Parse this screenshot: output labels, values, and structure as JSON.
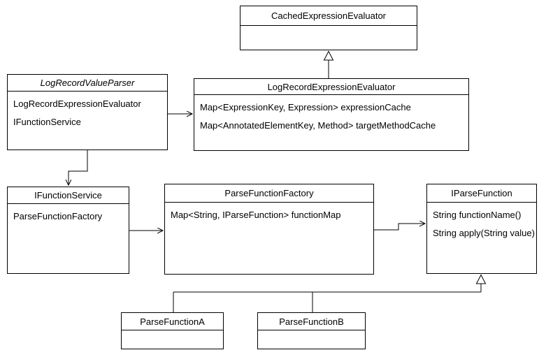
{
  "diagram": {
    "type": "uml-class-diagram",
    "colors": {
      "line": "#000000",
      "text": "#000000",
      "box_fill": "#ffffff"
    },
    "classes": [
      {
        "name": "CachedExpressionEvaluator",
        "abstract": false,
        "members": []
      },
      {
        "name": "LogRecordValueParser",
        "abstract": true,
        "members": [
          "LogRecordExpressionEvaluator",
          "IFunctionService"
        ]
      },
      {
        "name": "LogRecordExpressionEvaluator",
        "abstract": false,
        "members": [
          "Map<ExpressionKey, Expression> expressionCache",
          "Map<AnnotatedElementKey, Method> targetMethodCache"
        ]
      },
      {
        "name": "IFunctionService",
        "abstract": false,
        "members": [
          "ParseFunctionFactory"
        ]
      },
      {
        "name": "ParseFunctionFactory",
        "abstract": false,
        "members": [
          "Map<String, IParseFunction> functionMap"
        ]
      },
      {
        "name": "IParseFunction",
        "abstract": false,
        "members": [
          "String functionName()",
          "String apply(String value)"
        ]
      },
      {
        "name": "ParseFunctionA",
        "abstract": false,
        "members": []
      },
      {
        "name": "ParseFunctionB",
        "abstract": false,
        "members": []
      }
    ],
    "relations": [
      {
        "from": "LogRecordExpressionEvaluator",
        "to": "CachedExpressionEvaluator",
        "type": "generalization"
      },
      {
        "from": "LogRecordValueParser",
        "to": "LogRecordExpressionEvaluator",
        "type": "directed-association"
      },
      {
        "from": "LogRecordValueParser",
        "to": "IFunctionService",
        "type": "directed-association"
      },
      {
        "from": "IFunctionService",
        "to": "ParseFunctionFactory",
        "type": "directed-association"
      },
      {
        "from": "ParseFunctionFactory",
        "to": "IParseFunction",
        "type": "directed-association"
      },
      {
        "from": "ParseFunctionA",
        "to": "IParseFunction",
        "type": "generalization"
      },
      {
        "from": "ParseFunctionB",
        "to": "IParseFunction",
        "type": "generalization"
      }
    ]
  }
}
